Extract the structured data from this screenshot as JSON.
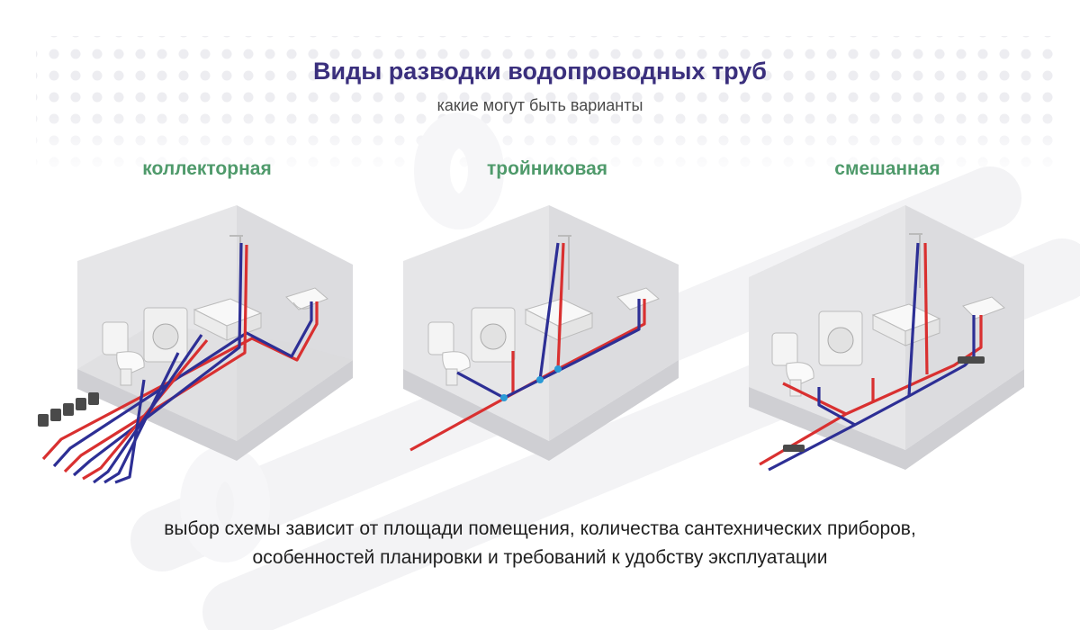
{
  "header": {
    "title": "Виды разводки водопроводных труб",
    "subtitle": "какие могут быть варианты"
  },
  "columns": [
    {
      "label": "коллекторная"
    },
    {
      "label": "тройниковая"
    },
    {
      "label": "смешанная"
    }
  ],
  "caption": {
    "line1": "выбор схемы зависит от площади помещения, количества сантехнических приборов,",
    "line2": "особенностей планировки и требований к удобству эксплуатации"
  },
  "colors": {
    "title": "#3a2f7d",
    "label": "#4f9a6b",
    "hot_pipe": "#d93030",
    "cold_pipe": "#2d2f95",
    "wall": "#e4e4e6",
    "floor": "#d3d3d6",
    "dots": "#ededf1",
    "fitting": "#2a9ad6",
    "collector": "#4a4a4a"
  },
  "icons": [
    "toilet-icon",
    "washing-machine-icon",
    "bathtub-icon",
    "sink-icon",
    "shower-icon",
    "collector-icon",
    "tee-fitting-icon"
  ]
}
